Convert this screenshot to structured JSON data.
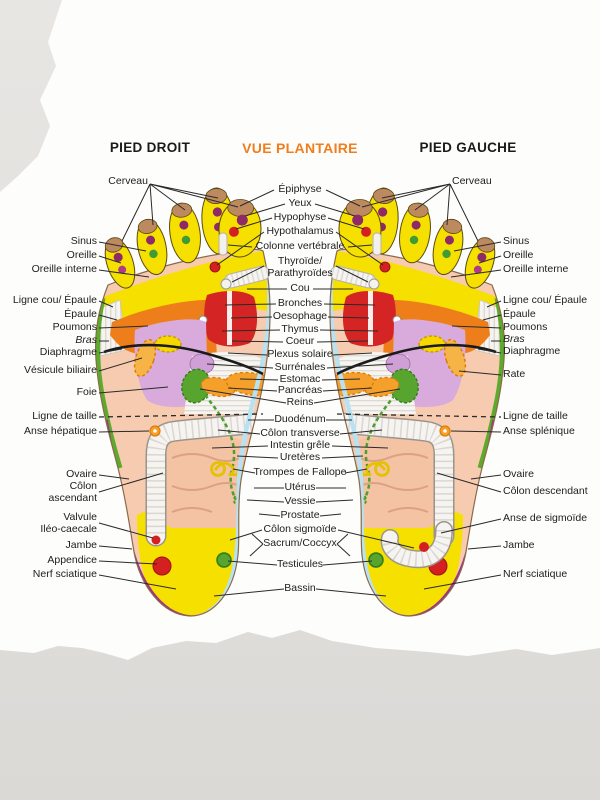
{
  "titles": {
    "left": "PIED DROIT",
    "center": "VUE PLANTAIRE",
    "right": "PIED GAUCHE"
  },
  "labels": {
    "cerveau_left": "Cerveau",
    "cerveau_right": "Cerveau",
    "left": [
      "Sinus",
      "Oreille",
      "Oreille interne",
      "Ligne cou/ Épaule",
      "Épaule",
      "Poumons",
      "Bras",
      "Diaphragme",
      "Vésicule biliaire",
      "Foie",
      "Ligne de taille",
      "Anse hépatique",
      "Ovaire",
      "Côlon\nascendant",
      "Valvule\nIléo-caecale",
      "Jambe",
      "Appendice",
      "Nerf sciatique"
    ],
    "center": [
      "Épiphyse",
      "Yeux",
      "Hypophyse",
      "Hypothalamus",
      "Colonne vertébrale",
      "Thyroïde/\nParathyroïdes",
      "Cou",
      "Bronches",
      "Oesophage",
      "Thymus",
      "Coeur",
      "Plexus solaire",
      "Surrénales",
      "Estomac",
      "Pancréas",
      "Reins",
      "Duodénum",
      "Côlon transverse",
      "Intestin grêle",
      "Uretères",
      "Trompes de Fallope",
      "Utérus",
      "Vessie",
      "Prostate",
      "Côlon sigmoïde",
      "Sacrum/Coccyx",
      "Testicules",
      "Bassin"
    ],
    "right": [
      "Sinus",
      "Oreille",
      "Oreille interne",
      "Ligne cou/ Épaule",
      "Épaule",
      "Poumons",
      "Bras",
      "Diaphragme",
      "Rate",
      "Ligne de taille",
      "Anse splénique",
      "Ovaire",
      "Côlon descendant",
      "Anse de sigmoïde",
      "Jambe",
      "Nerf sciatique"
    ]
  },
  "colors": {
    "title_orange": "#f07d1e",
    "foot_yellow": "#f6e000",
    "toe_tip_tan": "#bd8a60",
    "lung_orange": "#ee7e1a",
    "heart_red": "#d42424",
    "liver_lavender": "#d9abdc",
    "flesh_pink": "#f6cbb0",
    "shoulder_green_band": "#5cab2c",
    "heel_magenta_edge": "#a0308c",
    "spine_blue_edge": "#b8e2f2",
    "reflex_dot_purple": "#8e2a68",
    "reflex_dot_green": "#3f9c35",
    "organ_dash_orange": "#e07b00"
  }
}
